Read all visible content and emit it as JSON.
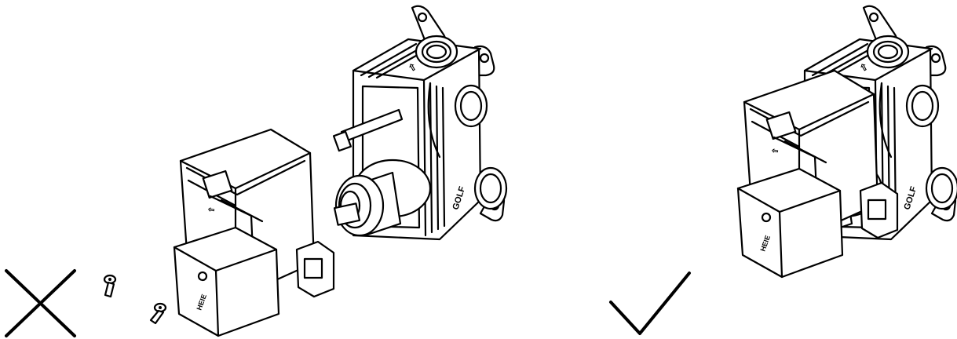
{
  "panels": [
    {
      "id": "incorrect",
      "mark_icon": "cross-icon",
      "body_marking": "GOLF",
      "cover_marking": "HEIE",
      "arrow_glyph": "⇧"
    },
    {
      "id": "correct",
      "mark_icon": "check-icon",
      "body_marking": "GOLF",
      "cover_marking": "HEIE",
      "arrow_glyph": "⇧"
    }
  ],
  "colors": {
    "ink": "#000000",
    "paper": "#ffffff"
  }
}
